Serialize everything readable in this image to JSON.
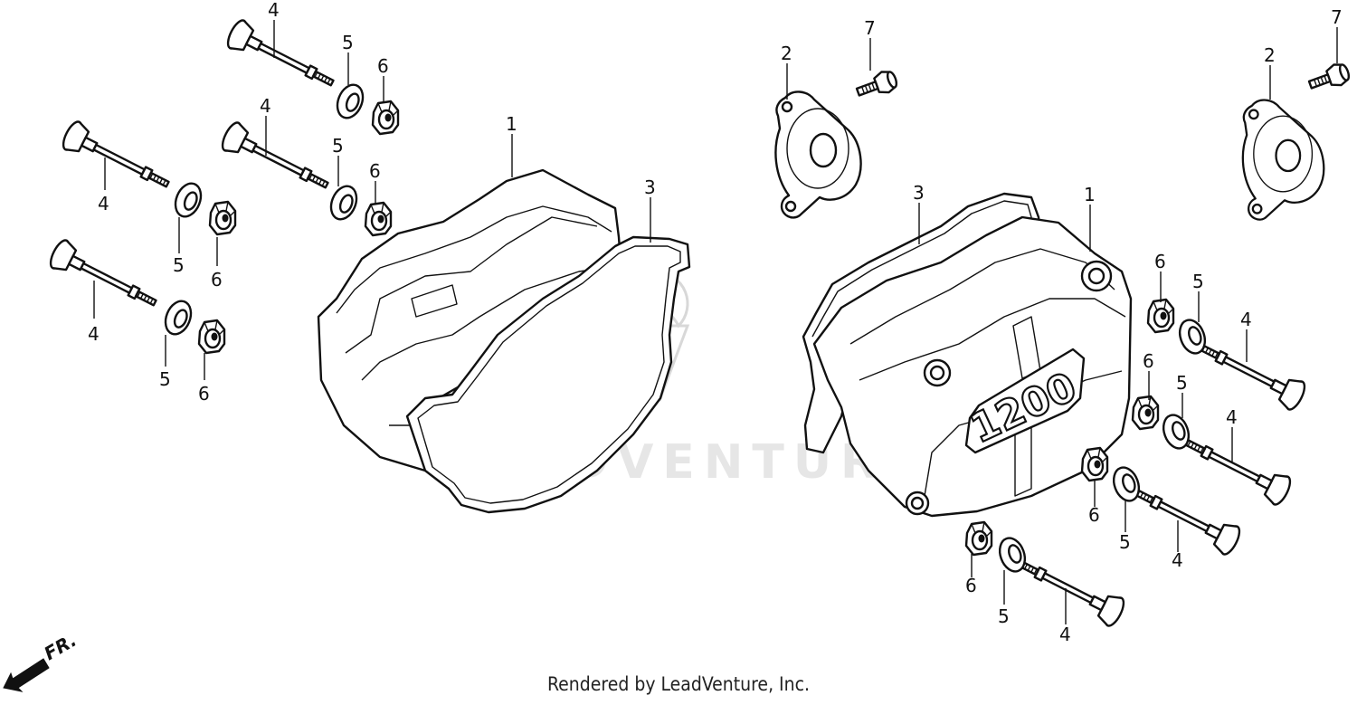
{
  "diagram": {
    "callout_numbers": {
      "cover": "1",
      "cap": "2",
      "gasket": "3",
      "bolt": "4",
      "washer": "5",
      "rubber": "6",
      "small_bolt": "7"
    },
    "cover_emboss": "1200",
    "front_arrow_label": "FR.",
    "watermark": "LEADVENTURE"
  },
  "footer": {
    "credit": "Rendered by LeadVenture, Inc."
  }
}
